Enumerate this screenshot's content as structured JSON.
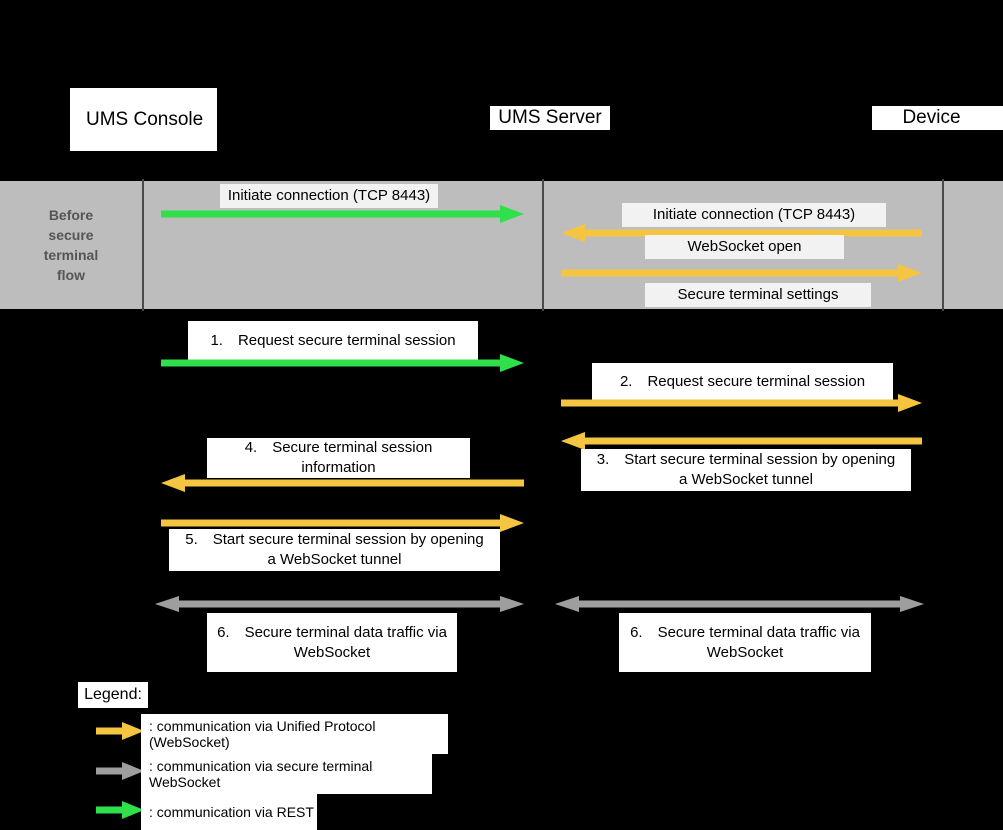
{
  "diagram": {
    "title": "Secure terminal flow sequence diagram",
    "colors": {
      "unified_protocol": "#F5C542",
      "secure_terminal_ws": "#9E9E9E",
      "rest": "#2FE04B",
      "band_background": "#BDBDBD",
      "band_label_text": "#555555",
      "page_background": "#000000",
      "label_box": "#FFFFFF",
      "label_box_alt": "#F2F2F2"
    }
  },
  "lifelines": [
    {
      "id": "ums-console",
      "label": "UMS Console"
    },
    {
      "id": "ums-server",
      "label": "UMS Server"
    },
    {
      "id": "device",
      "label": "Device"
    }
  ],
  "phase_band": {
    "label": "Before\nsecure\nterminal\nflow",
    "messages": [
      {
        "id": "pre-1",
        "label": "Initiate connection (TCP 8443)",
        "protocol": "rest",
        "direction": "right",
        "between": "console-server"
      },
      {
        "id": "pre-2",
        "label": "Initiate connection (TCP 8443)",
        "protocol": "unified_protocol",
        "direction": "left",
        "between": "server-device"
      },
      {
        "id": "pre-3",
        "label": "WebSocket open",
        "protocol": "unified_protocol",
        "direction": "right",
        "between": "server-device"
      },
      {
        "id": "pre-4",
        "label": "Secure terminal settings",
        "protocol": "unified_protocol",
        "direction": "right",
        "between": "server-device"
      }
    ]
  },
  "steps": [
    {
      "number": "1.",
      "label": "1. Request secure terminal session",
      "protocol": "rest",
      "direction": "right",
      "between": "console-server"
    },
    {
      "number": "2.",
      "label": "2. Request secure terminal session",
      "protocol": "unified_protocol",
      "direction": "right",
      "between": "server-device"
    },
    {
      "number": "3.",
      "label": "3. Start secure terminal session by opening\na WebSocket tunnel",
      "protocol": "unified_protocol",
      "direction": "left",
      "between": "server-device"
    },
    {
      "number": "4.",
      "label": "4. Secure terminal session\ninformation",
      "protocol": "unified_protocol",
      "direction": "left",
      "between": "console-server"
    },
    {
      "number": "5.",
      "label": "5. Start secure terminal session by opening\na WebSocket tunnel",
      "protocol": "unified_protocol",
      "direction": "right",
      "between": "console-server"
    },
    {
      "number": "6.",
      "label": "6. Secure terminal data traffic via\nWebSocket",
      "protocol": "secure_terminal_ws",
      "direction": "both",
      "between": "console-server"
    },
    {
      "number": "6.",
      "label": "6. Secure terminal data traffic via\nWebSocket",
      "protocol": "secure_terminal_ws",
      "direction": "both",
      "between": "server-device"
    }
  ],
  "legend": {
    "title": "Legend:",
    "entries": [
      {
        "protocol": "unified_protocol",
        "text": ": communication via Unified Protocol (WebSocket)"
      },
      {
        "protocol": "secure_terminal_ws",
        "text": ": communication via secure terminal WebSocket"
      },
      {
        "protocol": "rest",
        "text": ": communication via REST"
      }
    ]
  }
}
